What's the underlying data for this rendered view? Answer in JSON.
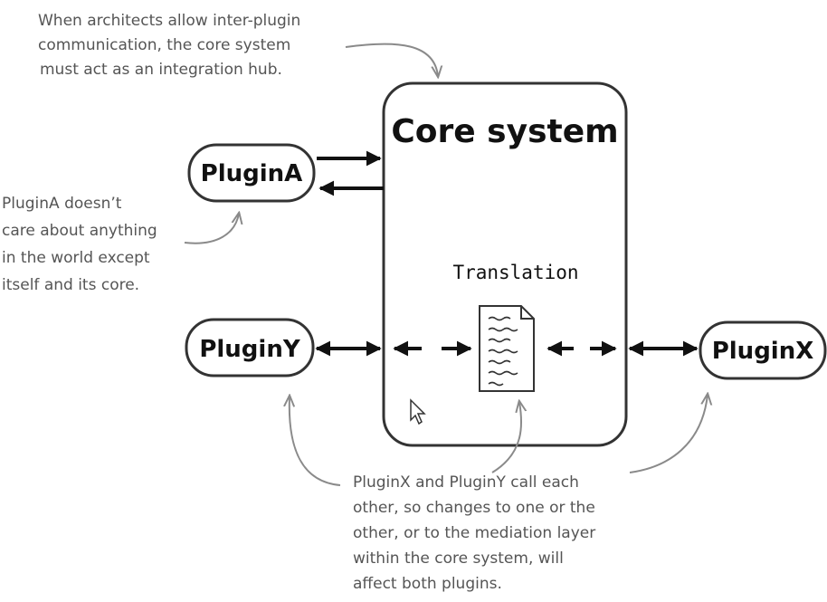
{
  "core": {
    "title": "Core system",
    "translation_label": "Translation"
  },
  "plugins": {
    "a": "PluginA",
    "y": "PluginY",
    "x": "PluginX"
  },
  "notes": {
    "top": [
      "When architects allow inter-plugin",
      "communication, the core system",
      "must act as an integration hub."
    ],
    "left": [
      "PluginA doesn’t",
      "care about anything",
      "in the world except",
      "itself and its core."
    ],
    "bottom": [
      "PluginX and PluginY call each",
      "other, so changes to one or the",
      "other, or to the mediation layer",
      "within the core system, will",
      "affect both plugins."
    ]
  },
  "icons": [
    "document-icon",
    "mouse-cursor-icon"
  ]
}
